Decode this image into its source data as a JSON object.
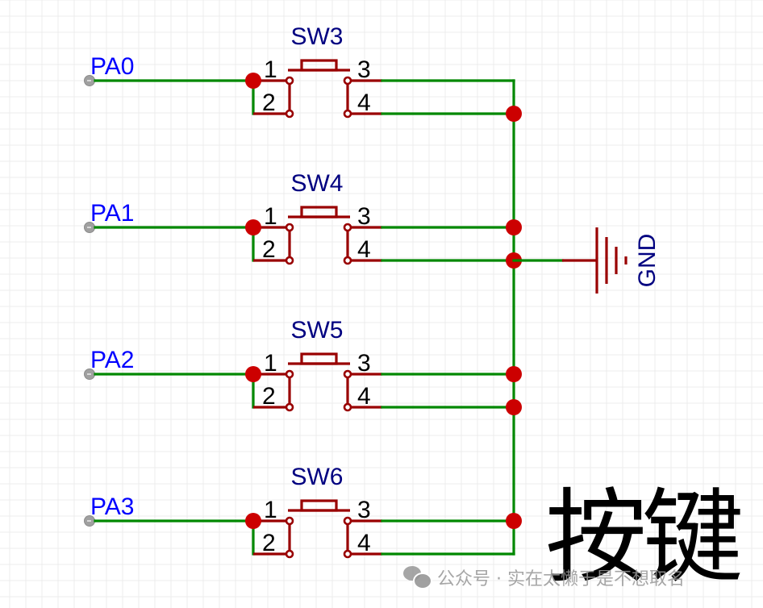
{
  "title": "按键",
  "watermark": {
    "icon": "wechat-icon",
    "text": "公众号 · 实在太懒于是不想取名"
  },
  "colors": {
    "wire": "#008800",
    "pin": "#990000",
    "junction": "#cc0000",
    "net_label": "#0000ff",
    "designator": "#000080",
    "grid": "#ececec"
  },
  "ground": {
    "label": "GND"
  },
  "switches": [
    {
      "designator": "SW3",
      "net": "PA0",
      "pins": [
        "1",
        "2",
        "3",
        "4"
      ]
    },
    {
      "designator": "SW4",
      "net": "PA1",
      "pins": [
        "1",
        "2",
        "3",
        "4"
      ]
    },
    {
      "designator": "SW5",
      "net": "PA2",
      "pins": [
        "1",
        "2",
        "3",
        "4"
      ]
    },
    {
      "designator": "SW6",
      "net": "PA3",
      "pins": [
        "1",
        "2",
        "3",
        "4"
      ]
    }
  ]
}
